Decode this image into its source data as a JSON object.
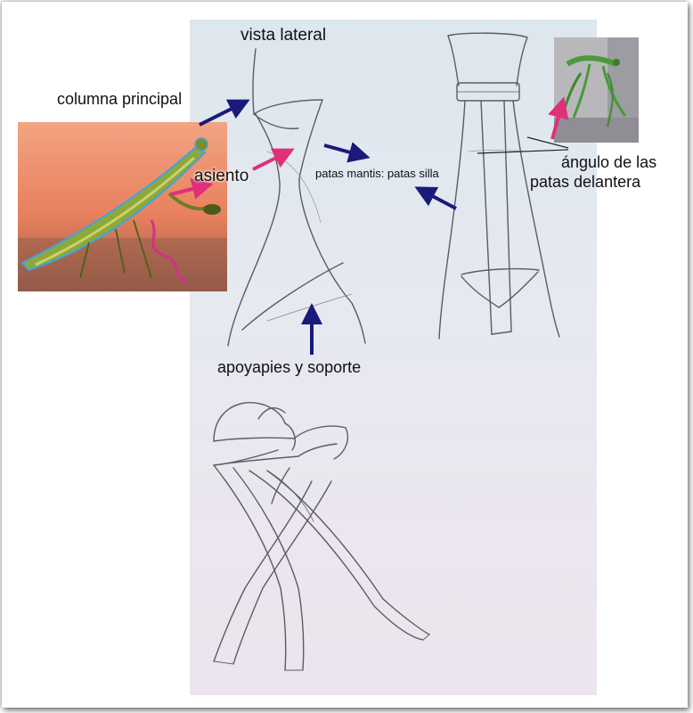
{
  "labels": {
    "vista_lateral": "vista lateral",
    "columna_principal": "columna principal",
    "asiento": "asiento",
    "patas_mantis": "patas mantis: patas silla",
    "angulo_line1": "ángulo de las",
    "angulo_line2": "patas delantera",
    "apoyapies": "apoyapies y soporte"
  },
  "colors": {
    "navy_arrow": "#1a1a7a",
    "pink_arrow": "#e0307a",
    "paper": "#e3e8ef",
    "pencil": "#5a5a60"
  },
  "images": {
    "mantis_photo_left": "praying-mantis-photo-orange-background",
    "mantis_photo_right": "praying-mantis-photo-gray-background"
  }
}
